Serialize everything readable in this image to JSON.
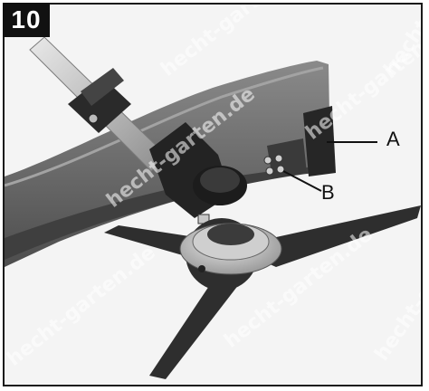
{
  "figure": {
    "number": "10",
    "callouts": {
      "a": "A",
      "b": "B"
    },
    "watermark": "hecht-garten.de"
  },
  "colors": {
    "frame": "#1a1a1a",
    "badge_bg": "#111111",
    "badge_text": "#ffffff",
    "guard_gray": "#6b6b6b",
    "blade_dark": "#2e2e2e",
    "background": "#f4f4f4"
  }
}
